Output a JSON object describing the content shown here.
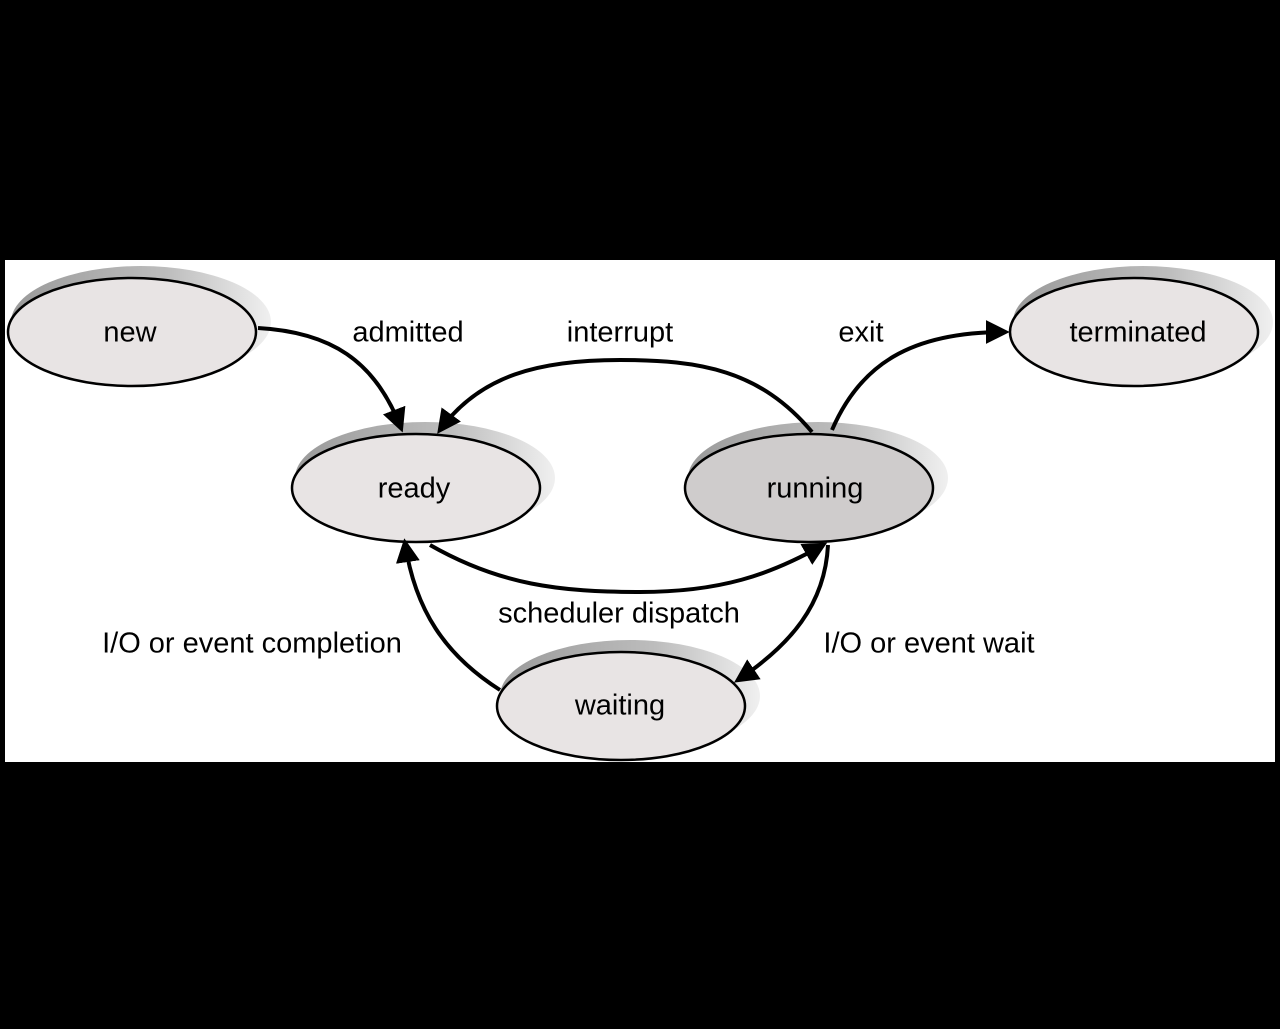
{
  "diagram": {
    "colors": {
      "background": "#000000",
      "panel": "#ffffff",
      "node_fill": "#e8e4e4",
      "running_fill": "#cfcccc",
      "shadow_dark": "#8a8a8a",
      "shadow_light": "#e6e6e6",
      "stroke": "#000000"
    },
    "nodes": {
      "new": "new",
      "ready": "ready",
      "running": "running",
      "waiting": "waiting",
      "terminated": "terminated"
    },
    "edges": {
      "admitted": "admitted",
      "interrupt": "interrupt",
      "exit": "exit",
      "scheduler_dispatch": "scheduler dispatch",
      "io_completion": "I/O or event completion",
      "io_wait": "I/O or event wait"
    }
  }
}
